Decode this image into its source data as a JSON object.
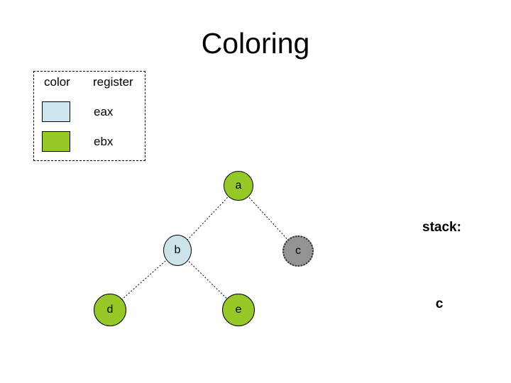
{
  "slide": {
    "title": "Coloring"
  },
  "legend": {
    "col_headers": [
      "color",
      "register"
    ],
    "rows": [
      {
        "register": "eax",
        "color_hex": "#cde6ec"
      },
      {
        "register": "ebx",
        "color_hex": "#96c828"
      }
    ]
  },
  "graph": {
    "nodes": [
      {
        "id": "a",
        "label": "a",
        "fill": "#96c828",
        "border": "solid"
      },
      {
        "id": "b",
        "label": "b",
        "fill": "#cbe3e9",
        "border": "solid"
      },
      {
        "id": "c",
        "label": "c",
        "fill": "#949494",
        "border": "dotted"
      },
      {
        "id": "d",
        "label": "d",
        "fill": "#96c828",
        "border": "solid"
      },
      {
        "id": "e",
        "label": "e",
        "fill": "#96c828",
        "border": "solid"
      }
    ],
    "edges": [
      {
        "from": "a",
        "to": "b"
      },
      {
        "from": "a",
        "to": "c"
      },
      {
        "from": "b",
        "to": "d"
      },
      {
        "from": "b",
        "to": "e"
      }
    ]
  },
  "stack": {
    "label": "stack:",
    "items": [
      "c"
    ]
  }
}
